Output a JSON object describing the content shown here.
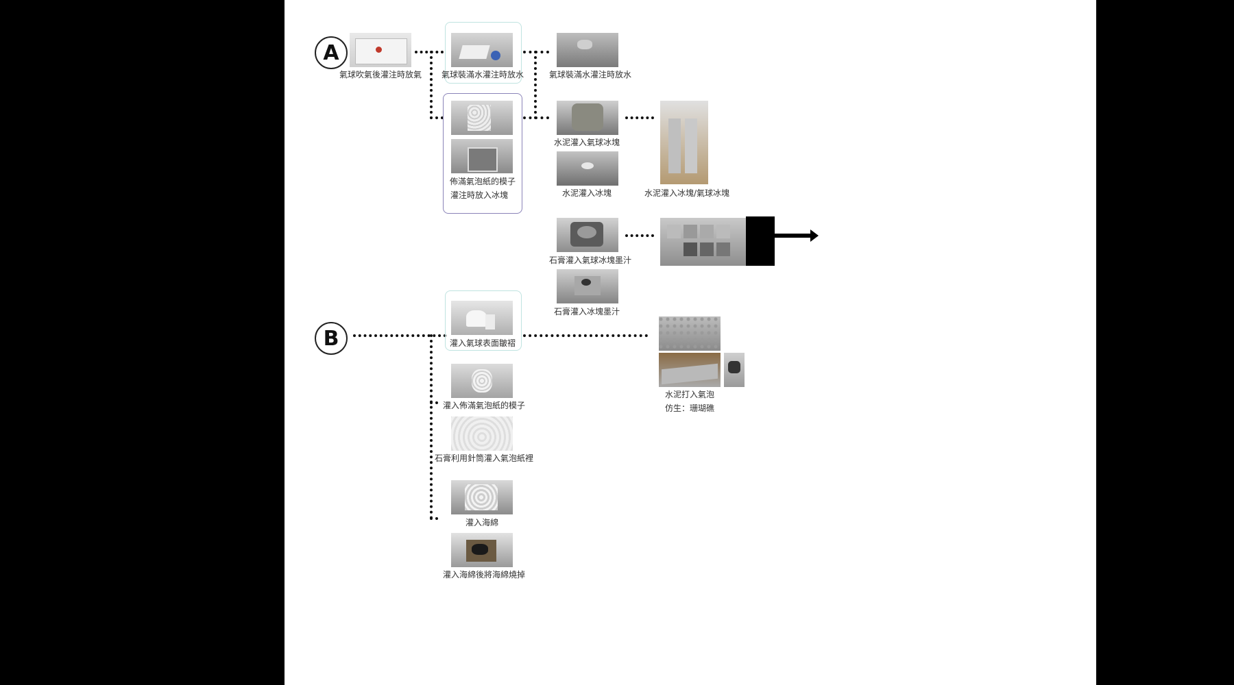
{
  "section_labels": {
    "a": "A",
    "b": "B"
  },
  "captions": {
    "a1": "氣球吹氣後灌注時放氣",
    "a2": "氣球裝滿水灌注時放水",
    "a3": "氣球裝滿水灌注時放水",
    "a4_line1": "佈滿氣泡紙的模子",
    "a4_line2": "灌注時放入冰塊",
    "a5": "水泥灌入氣球冰塊",
    "a6": "水泥灌入冰塊",
    "a7": "水泥灌入冰塊/氣球冰塊",
    "a8": "石膏灌入氣球冰塊墨汁",
    "a9": "石膏灌入冰塊墨汁",
    "b1": "灌入氣球表面皺褶",
    "b2": "灌入佈滿氣泡紙的模子",
    "b3": "石膏利用針筒灌入氣泡紙裡",
    "b4": "灌入海綿",
    "b5": "灌入海綿後將海綿燒掉",
    "b6_line1": "水泥打入氣泡",
    "b6_line2": "仿生：珊瑚礁"
  },
  "colors": {
    "background": "#000000",
    "canvas": "#ffffff",
    "frame_teal": "#bfe3e0",
    "frame_purple": "#8a83b8",
    "dots": "#111111"
  },
  "icons": {
    "arrow": "right-arrow-icon"
  }
}
